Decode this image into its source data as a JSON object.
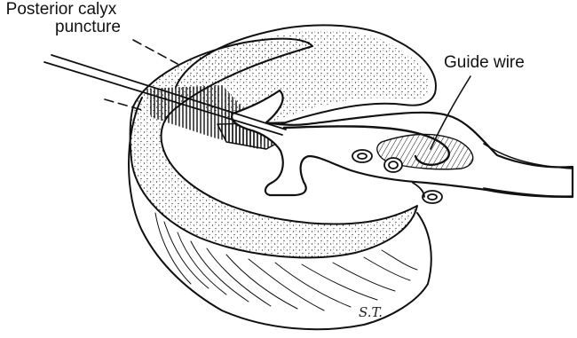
{
  "labels": {
    "puncture_line1": "Posterior calyx",
    "puncture_line2": "puncture",
    "guide_wire": "Guide wire"
  },
  "signature": "S.T.",
  "colors": {
    "ink": "#111111",
    "paper": "#ffffff"
  }
}
